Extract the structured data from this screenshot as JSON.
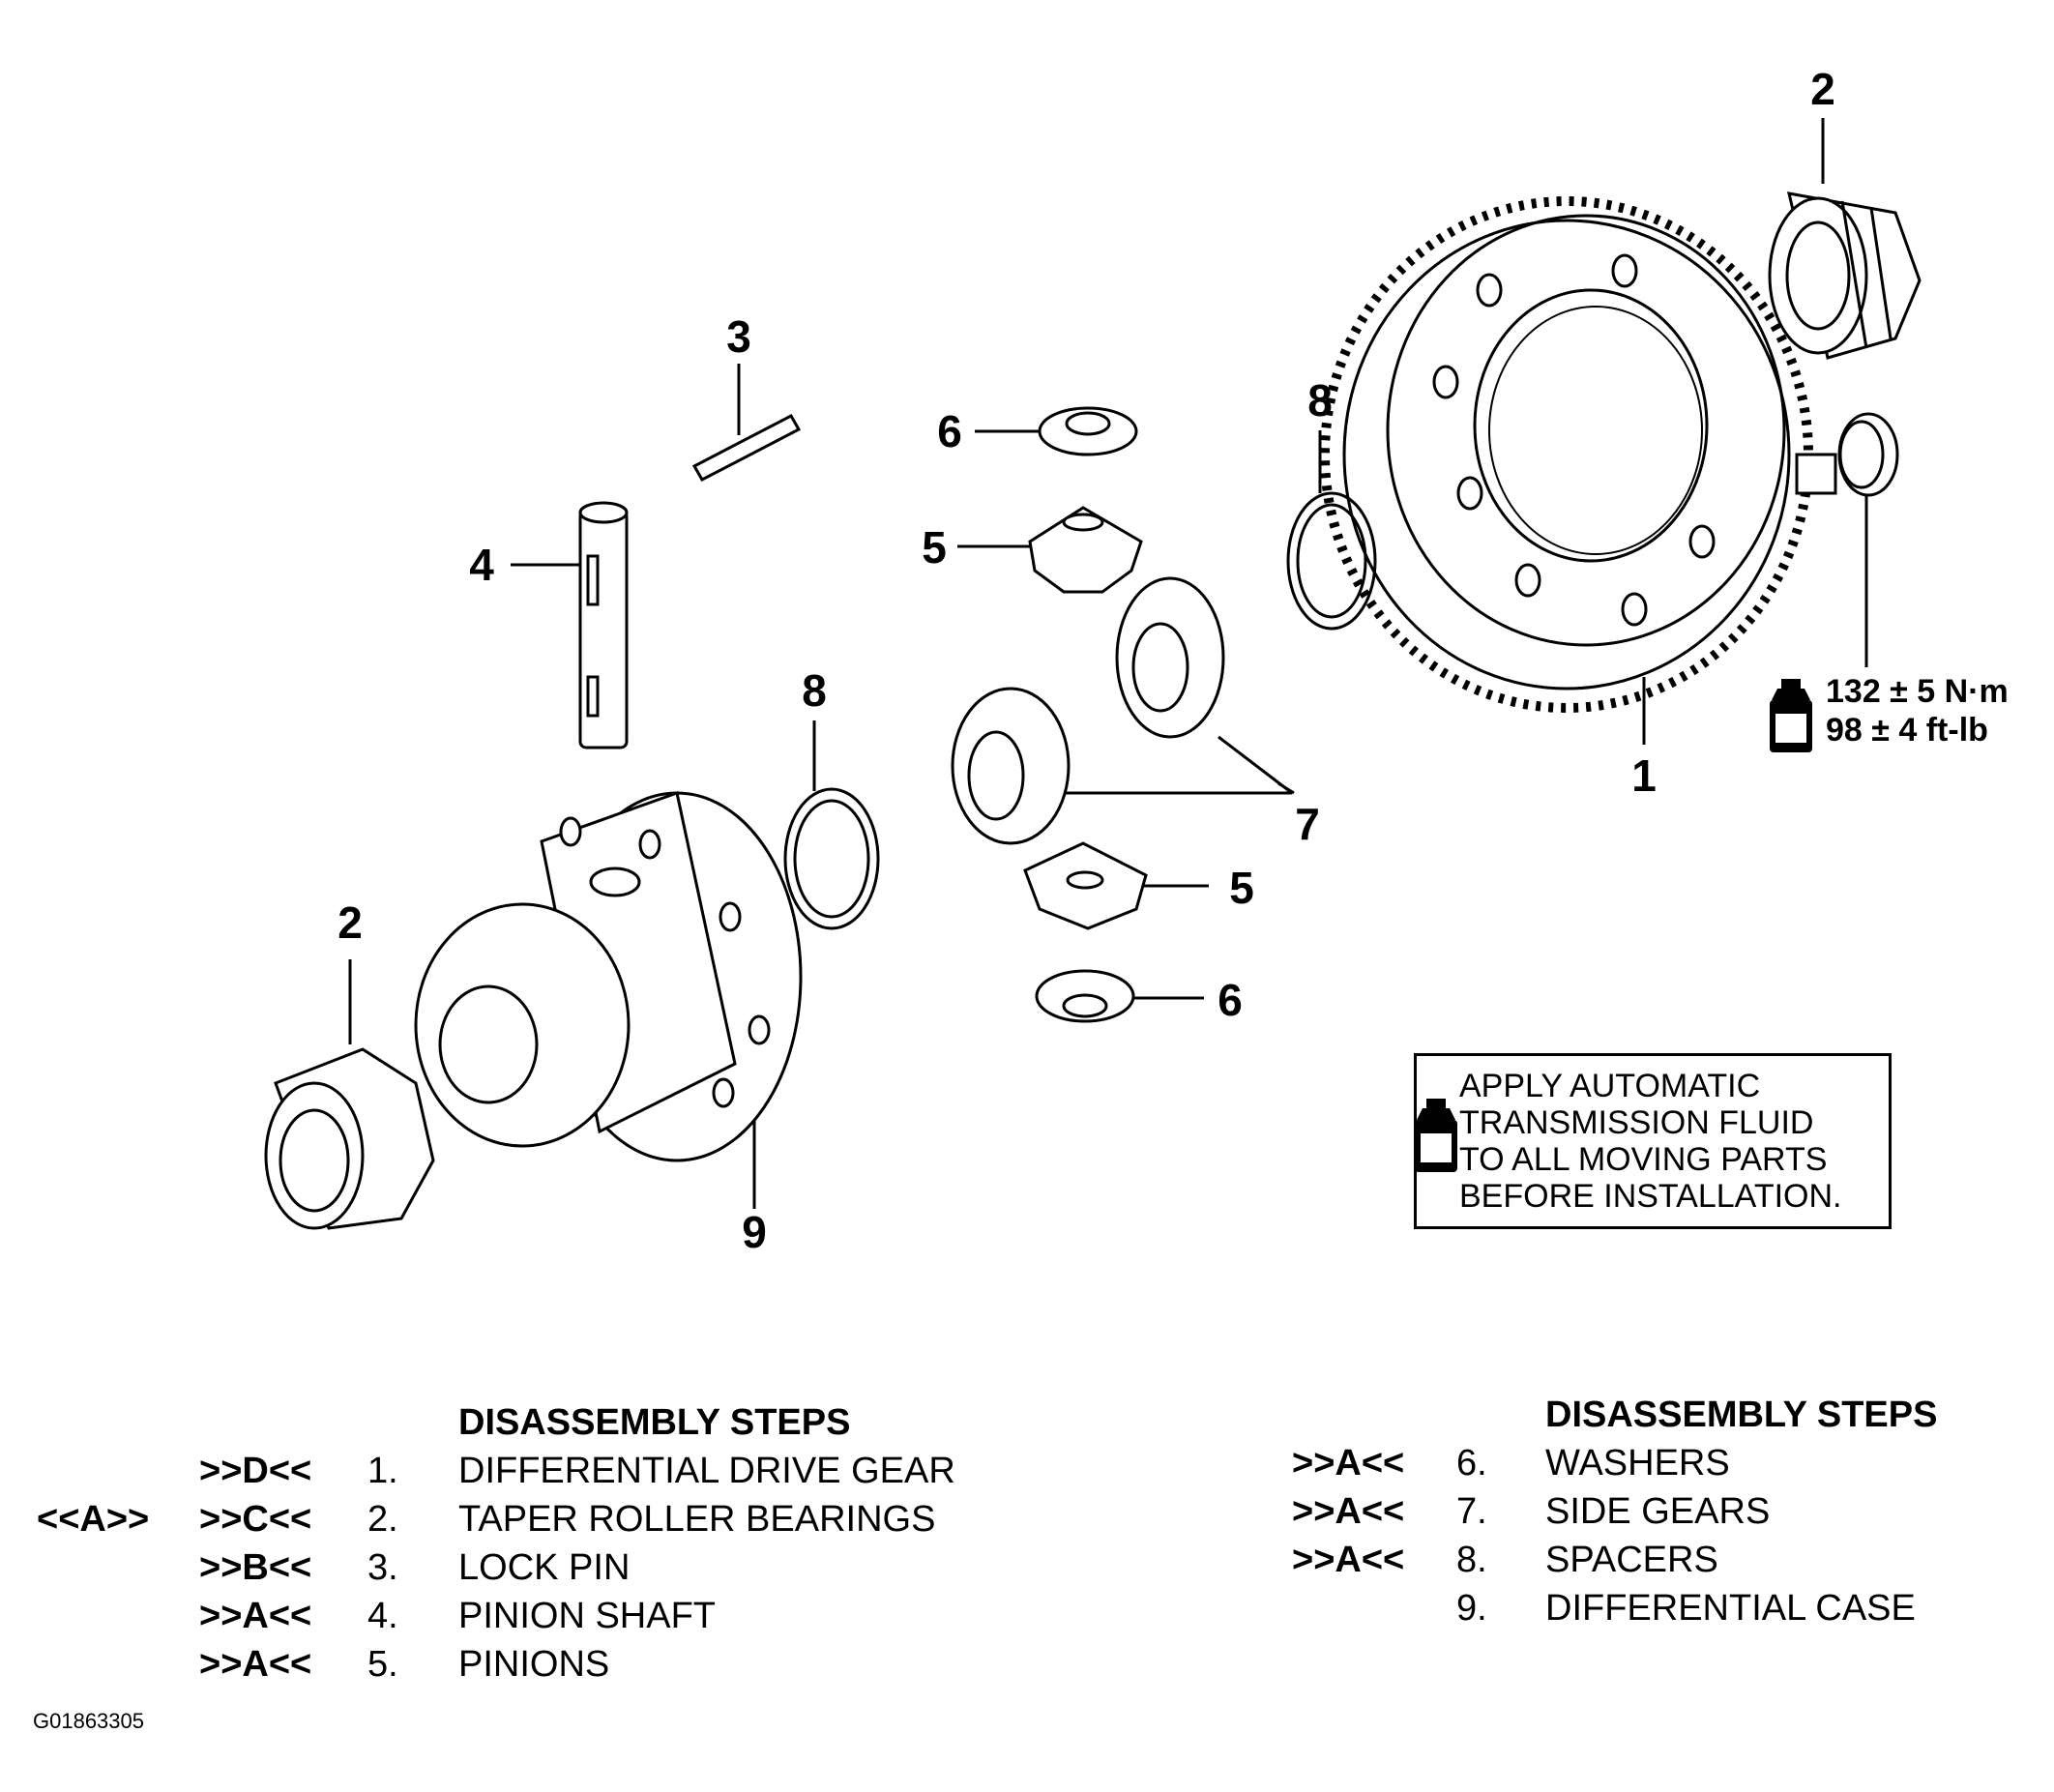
{
  "callouts": {
    "c1": "1",
    "c2a": "2",
    "c2b": "2",
    "c3": "3",
    "c4": "4",
    "c5a": "5",
    "c5b": "5",
    "c6a": "6",
    "c6b": "6",
    "c7": "7",
    "c8a": "8",
    "c8b": "8",
    "c9": "9"
  },
  "torque": {
    "metric": "132 ± 5 N·m",
    "imperial": "98 ± 4 ft-lb"
  },
  "note": {
    "lines": [
      "APPLY AUTOMATIC",
      "TRANSMISSION FLUID",
      "TO ALL MOVING PARTS",
      "BEFORE INSTALLATION."
    ]
  },
  "steps_left": {
    "title": "DISASSEMBLY STEPS",
    "rows": [
      {
        "assy_ref": "",
        "disassy_ref": ">>D<<",
        "num": "1.",
        "label": "DIFFERENTIAL DRIVE GEAR"
      },
      {
        "assy_ref": "<<A>>",
        "disassy_ref": ">>C<<",
        "num": "2.",
        "label": "TAPER ROLLER BEARINGS"
      },
      {
        "assy_ref": "",
        "disassy_ref": ">>B<<",
        "num": "3.",
        "label": "LOCK PIN"
      },
      {
        "assy_ref": "",
        "disassy_ref": ">>A<<",
        "num": "4.",
        "label": "PINION SHAFT"
      },
      {
        "assy_ref": "",
        "disassy_ref": ">>A<<",
        "num": "5.",
        "label": "PINIONS"
      }
    ]
  },
  "steps_right": {
    "title": "DISASSEMBLY STEPS",
    "rows": [
      {
        "disassy_ref": ">>A<<",
        "num": "6.",
        "label": "WASHERS"
      },
      {
        "disassy_ref": ">>A<<",
        "num": "7.",
        "label": "SIDE GEARS"
      },
      {
        "disassy_ref": ">>A<<",
        "num": "8.",
        "label": "SPACERS"
      },
      {
        "disassy_ref": "",
        "num": "9.",
        "label": "DIFFERENTIAL CASE"
      }
    ]
  },
  "figure_id": "G01863305",
  "icons": [
    "fluid-bottle-icon"
  ]
}
